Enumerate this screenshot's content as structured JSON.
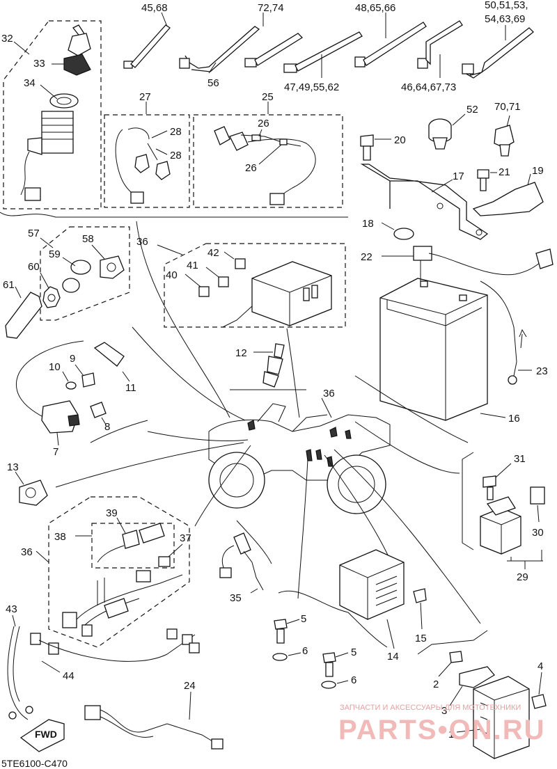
{
  "diagram": {
    "code": "5TE6100-C470",
    "fwd_label": "FWD",
    "labels": {
      "l45_68": "45,68",
      "l72_74": "72,74",
      "l48_65_66": "48,65,66",
      "l50_51_53": "50,51,53,",
      "l54_63_69": "54,63,69",
      "l56": "56",
      "l47_49_55_62": "47,49,55,62",
      "l46_64_67_73": "46,64,67,73",
      "l32": "32",
      "l33": "33",
      "l34": "34",
      "l27": "27",
      "l28a": "28",
      "l28b": "28",
      "l25": "25",
      "l26a": "26",
      "l26b": "26",
      "l52": "52",
      "l70_71": "70,71",
      "l20": "20",
      "l17": "17",
      "l21": "21",
      "l19": "19",
      "l18": "18",
      "l22": "22",
      "l57": "57",
      "l58": "58",
      "l59": "59",
      "l60": "60",
      "l61": "61",
      "l36a": "36",
      "l42": "42",
      "l41": "41",
      "l40": "40",
      "l12": "12",
      "l10": "10",
      "l9": "9",
      "l11": "11",
      "l8": "8",
      "l7": "7",
      "l36b": "36",
      "l23": "23",
      "l16": "16",
      "l13": "13",
      "l31": "31",
      "l39": "39",
      "l38": "38",
      "l37": "37",
      "l36c": "36",
      "l30": "30",
      "l29": "29",
      "l35": "35",
      "l5a": "5",
      "l6a": "6",
      "l15": "15",
      "l5b": "5",
      "l6b": "6",
      "l14": "14",
      "l43": "43",
      "l44": "44",
      "l24": "24",
      "l2": "2",
      "l4": "4",
      "l3": "3",
      "l1": "1"
    }
  },
  "watermark": {
    "tagline": "ЗАПЧАСТИ И АКСЕССУАРЫ ДЛЯ МОТОТЕХНИКИ",
    "brand": "PARTS•ON.RU"
  }
}
